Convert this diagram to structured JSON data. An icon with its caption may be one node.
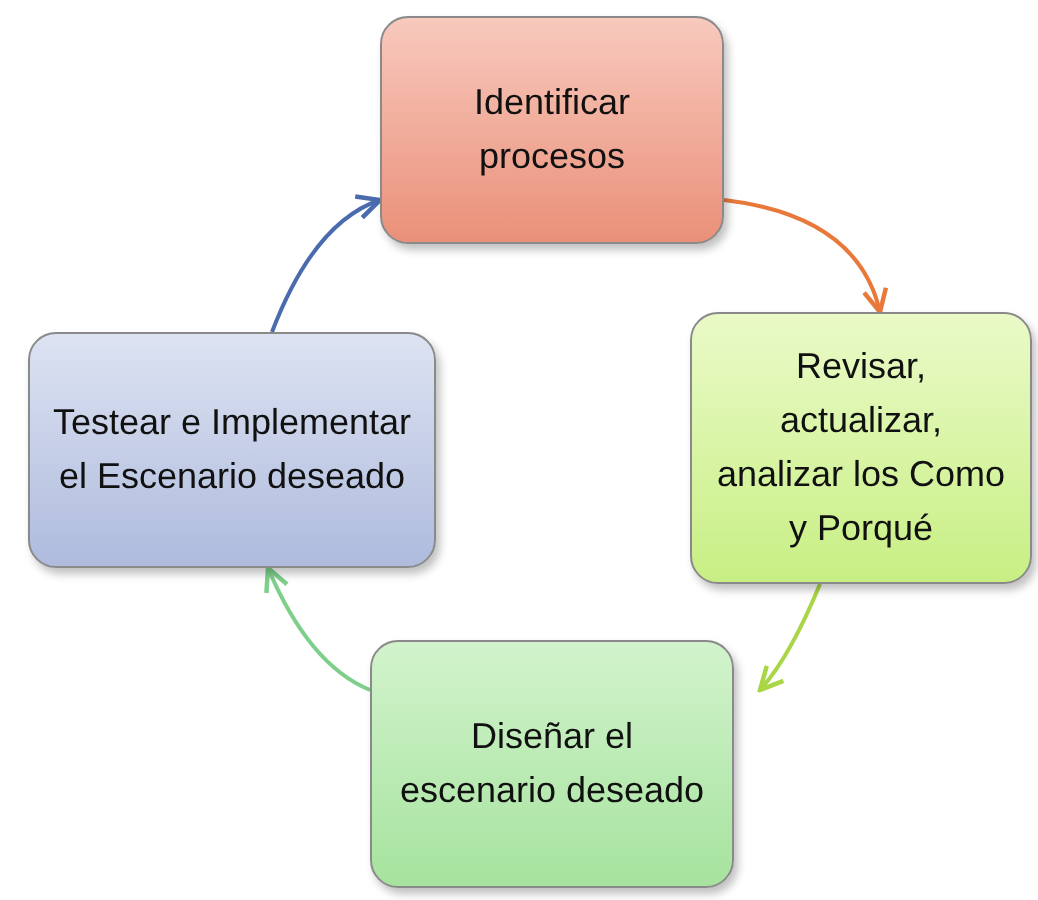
{
  "diagram": {
    "nodes": [
      {
        "text": [
          "Identificar procesos"
        ]
      },
      {
        "text": [
          "Revisar, actualizar, analizar los Como y Porqué"
        ]
      },
      {
        "text": [
          "Diseñar el escenario deseado"
        ]
      },
      {
        "text": [
          "Testear e Implementar el Escenario deseado"
        ]
      }
    ],
    "edges": [
      {
        "from": 0,
        "to": 1,
        "arrow": "to",
        "color": "#e8793a"
      },
      {
        "from": 1,
        "to": 2,
        "arrow": "to",
        "color": "#a9d646"
      },
      {
        "from": 2,
        "to": 3,
        "arrow": "to",
        "color": "#7fcf8c"
      },
      {
        "from": 3,
        "to": 0,
        "arrow": "to",
        "color": "#4a6cae"
      }
    ]
  }
}
